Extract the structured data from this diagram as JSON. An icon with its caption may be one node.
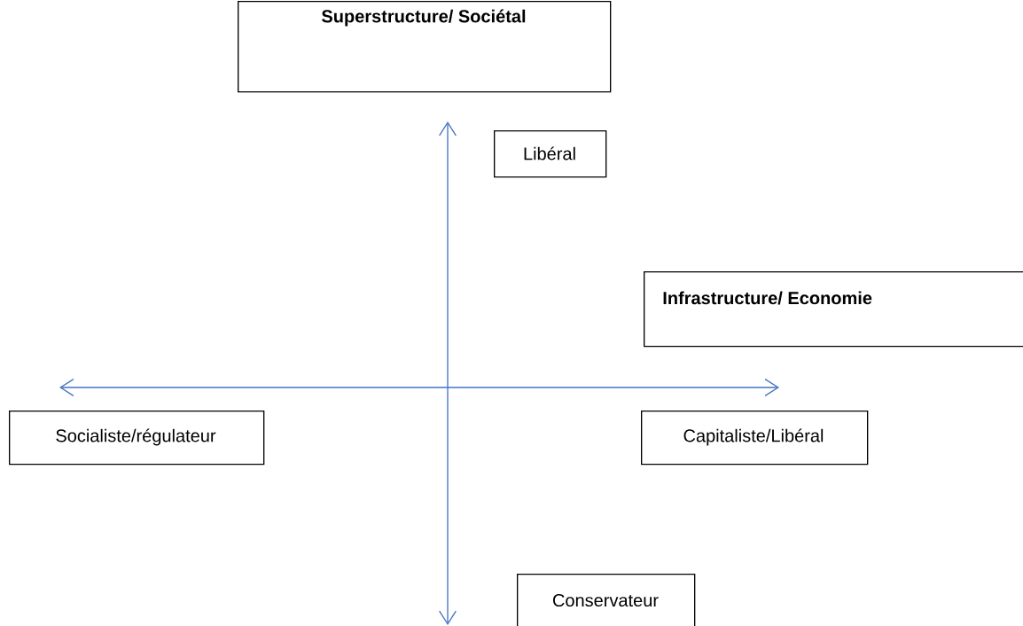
{
  "diagram": {
    "nodes": [
      {
        "text": [
          "Superstructure/ Sociétal"
        ]
      },
      {
        "text": [
          "Libéral"
        ]
      },
      {
        "text": [
          "Infrastructure/ Economie"
        ]
      },
      {
        "text": [
          "Socialiste/régulateur"
        ]
      },
      {
        "text": [
          "Capitaliste/Libéral"
        ]
      },
      {
        "text": [
          "Conservateur"
        ]
      }
    ]
  }
}
